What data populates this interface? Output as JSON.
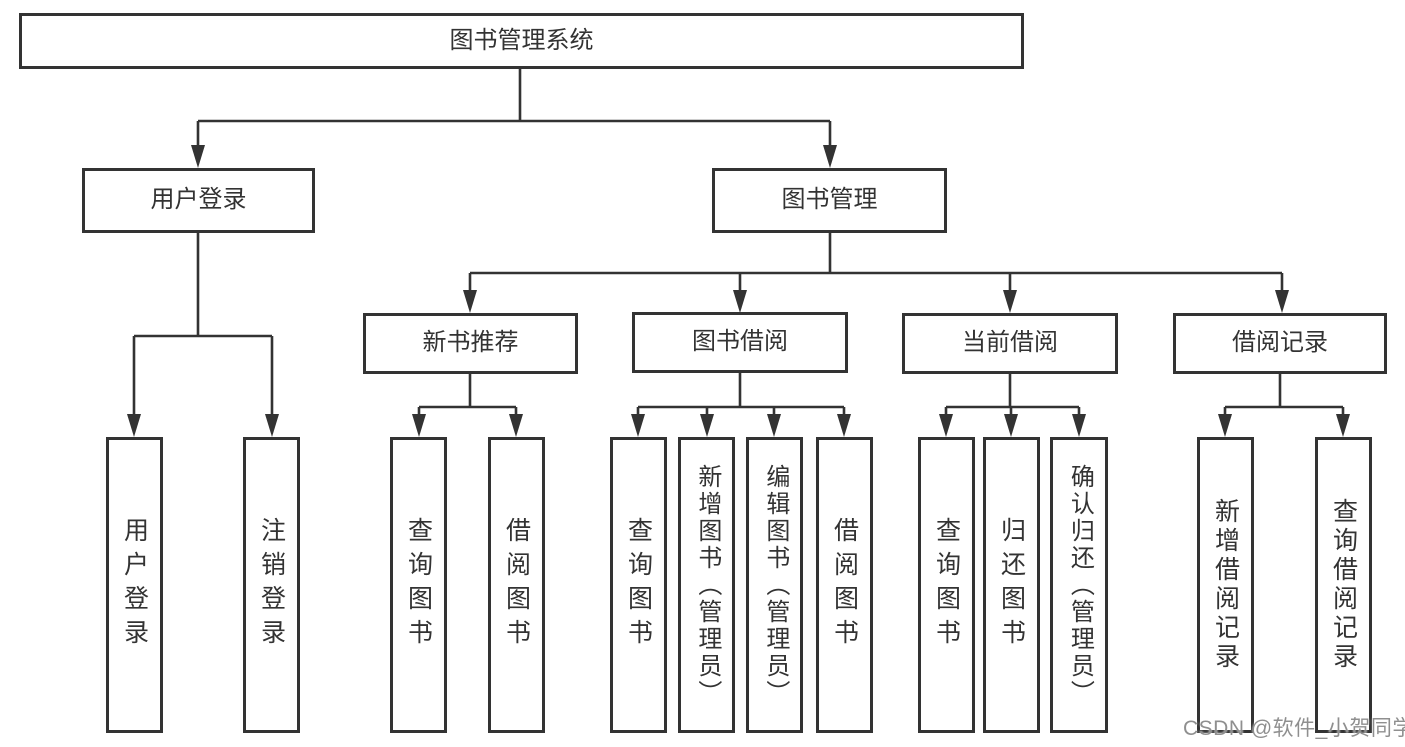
{
  "diagram": {
    "root": {
      "label": "图书管理系统"
    },
    "level2": [
      {
        "label": "用户登录",
        "parent": "图书管理系统"
      },
      {
        "label": "图书管理",
        "parent": "图书管理系统"
      }
    ],
    "level3": [
      {
        "label": "新书推荐",
        "parent": "图书管理"
      },
      {
        "label": "图书借阅",
        "parent": "图书管理"
      },
      {
        "label": "当前借阅",
        "parent": "图书管理"
      },
      {
        "label": "借阅记录",
        "parent": "图书管理"
      }
    ],
    "leaves": [
      {
        "label": "用户登录",
        "parent": "用户登录"
      },
      {
        "label": "注销登录",
        "parent": "用户登录"
      },
      {
        "label": "查询图书",
        "parent": "新书推荐"
      },
      {
        "label": "借阅图书",
        "parent": "新书推荐"
      },
      {
        "label": "查询图书",
        "parent": "图书借阅"
      },
      {
        "label": "新增图书（管理员）",
        "parent": "图书借阅"
      },
      {
        "label": "编辑图书（管理员）",
        "parent": "图书借阅"
      },
      {
        "label": "借阅图书",
        "parent": "图书借阅"
      },
      {
        "label": "查询图书",
        "parent": "当前借阅"
      },
      {
        "label": "归还图书",
        "parent": "当前借阅"
      },
      {
        "label": "确认归还（管理员）",
        "parent": "当前借阅"
      },
      {
        "label": "新增借阅记录",
        "parent": "借阅记录"
      },
      {
        "label": "查询借阅记录",
        "parent": "借阅记录"
      }
    ],
    "watermark": "CSDN @软件_小贺同学",
    "colors": {
      "line": "#333333",
      "box_border": "#333333",
      "text": "#333333",
      "watermark": "#8f8f8f",
      "background": "#ffffff"
    }
  }
}
